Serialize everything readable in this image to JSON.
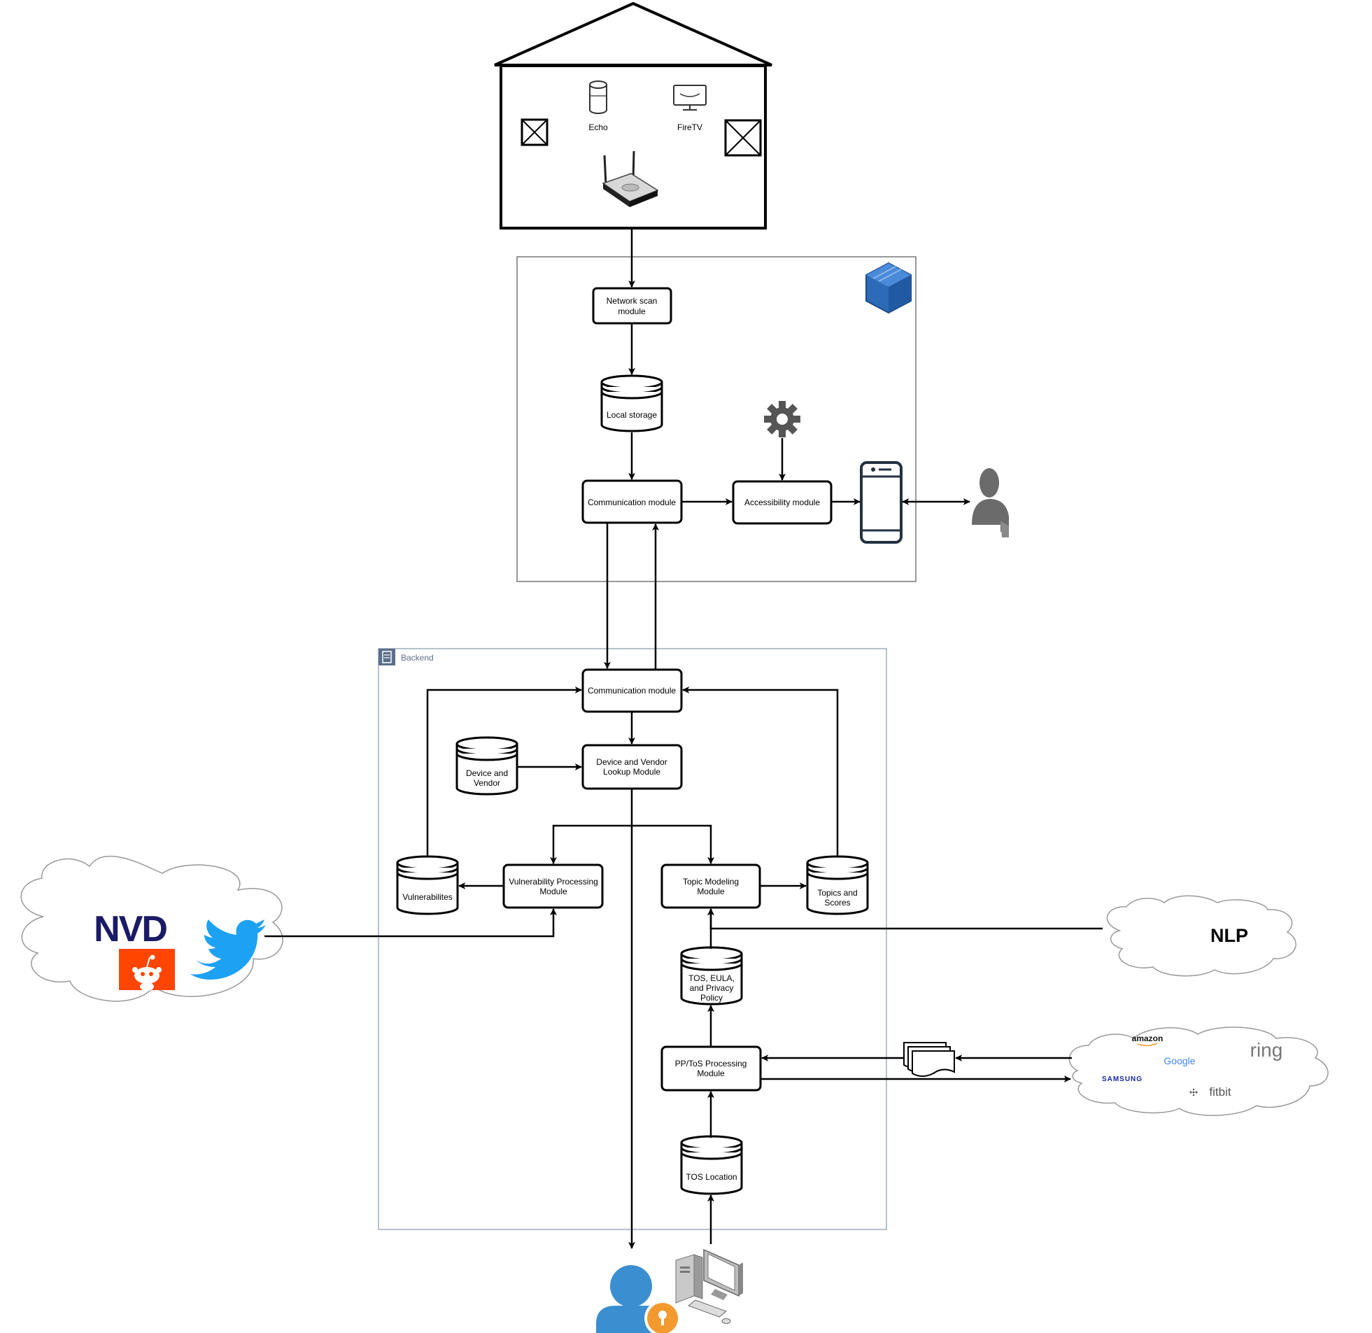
{
  "house": {
    "echo_label": "Echo",
    "firetv_label": "FireTV"
  },
  "local": {
    "network_scan": [
      "Network scan",
      "module"
    ],
    "local_storage": "Local storage",
    "communication": "Communication module",
    "accessibility": "Accessibility module"
  },
  "backend": {
    "title": "Backend",
    "communication": "Communication module",
    "lookup": [
      "Device and Vendor",
      "Lookup Module"
    ],
    "device_vendor_db": [
      "Device and",
      "Vendor"
    ],
    "vuln_processing": [
      "Vulnerability Processing",
      "Module"
    ],
    "vulnerabilities_db": "Vulnerabilites",
    "topic_modeling": [
      "Topic Modeling",
      "Module"
    ],
    "topics_db": [
      "Topics and",
      "Scores"
    ],
    "tos_db": [
      "TOS, EULA,",
      "and Privacy",
      "Policy"
    ],
    "pptos": [
      "PP/ToS Processing",
      "Module"
    ],
    "tos_location": "TOS Location"
  },
  "clouds": {
    "nvd_logo": "NVD",
    "nlp": "NLP",
    "vendors": {
      "amazon": "amazon",
      "google": "Google",
      "ring": "ring",
      "samsung": "SAMSUNG",
      "fitbit": "fitbit"
    }
  },
  "colors": {
    "line": "#000000",
    "backend_border": "#8fa0b3",
    "aws_blue": "#2d6ab8",
    "user_blue": "#3b8fd1",
    "key_orange": "#f29a2e",
    "person_gray": "#6b6b6b",
    "reddit": "#ff4500",
    "twitter": "#1da1f2",
    "nvd": "#1a1a66"
  }
}
